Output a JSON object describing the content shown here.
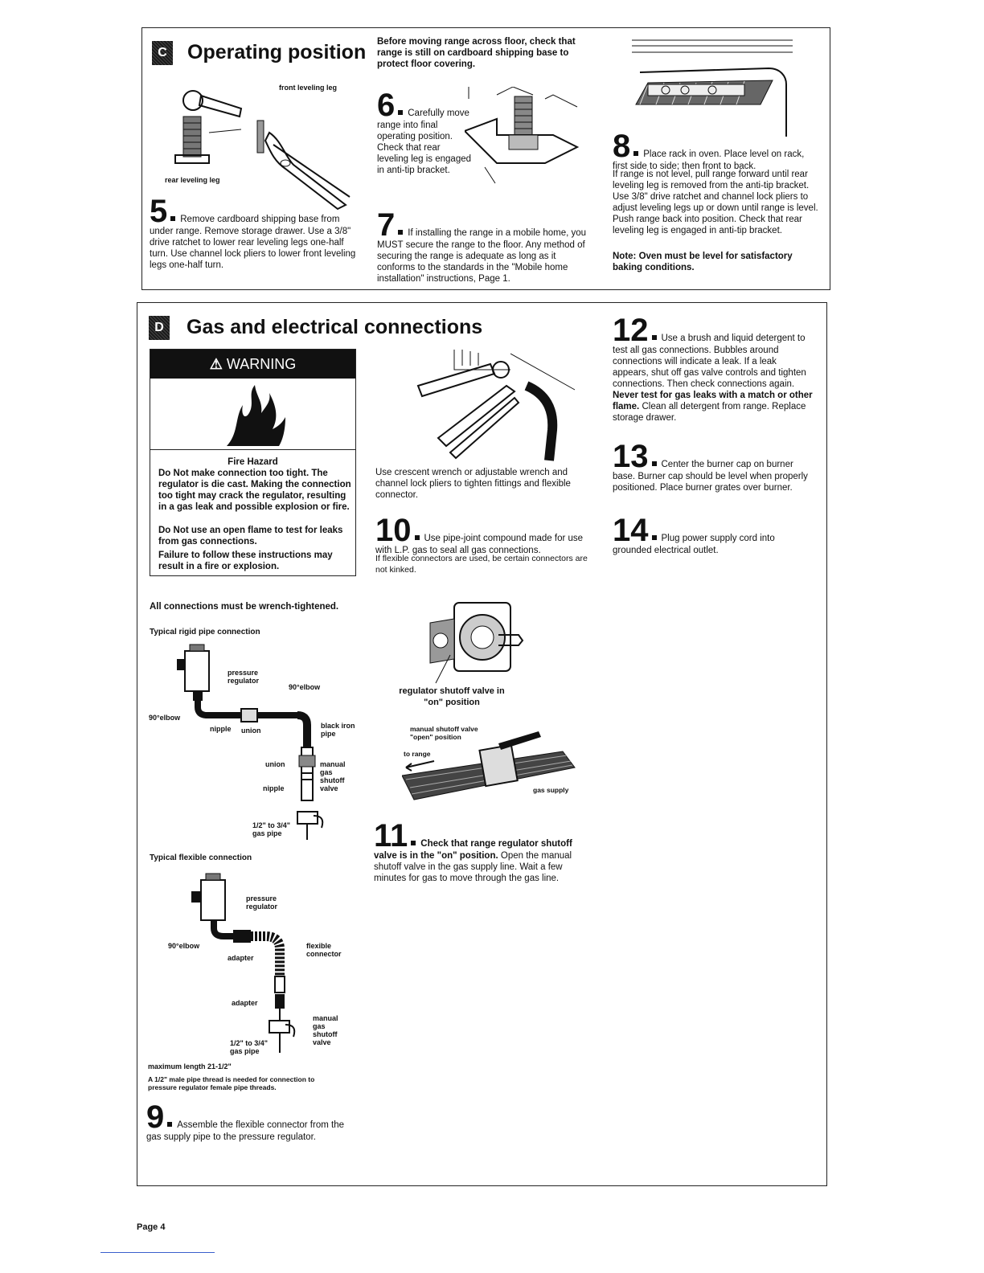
{
  "section_c": {
    "badge": "C",
    "title": "Operating position",
    "label_front_leg": "front leveling leg",
    "label_rear_leg": "rear leveling leg",
    "step5_num": "5",
    "step5_text": "Remove cardboard shipping base from under range. Remove storage drawer. Use a 3/8\" drive ratchet to lower rear leveling legs one-half turn. Use channel lock pliers to lower front leveling legs one-half turn.",
    "step6_intro": "Before moving range across floor, check that range is still on cardboard shipping base to protect floor covering.",
    "step6_num": "6",
    "step6_text": "Carefully move range into final operating position. Check that rear leveling leg is engaged in anti-tip bracket.",
    "step7_num": "7",
    "step7_text": "If installing the range in a mobile home, you MUST secure the range to the floor. Any method of securing the range is adequate as long as it conforms to the standards in the \"Mobile home installation\" instructions, Page 1.",
    "step8_num": "8",
    "step8_text": "Place rack in oven. Place level on rack, first side to side; then front to back.",
    "step8_text2": "If range is not level, pull range forward until rear leveling leg is removed from the anti-tip bracket. Use 3/8\" drive ratchet and channel lock pliers to adjust leveling legs up or down until range is level. Push range back into position. Check that rear leveling leg is engaged in anti-tip bracket.",
    "step8_note": "Note: Oven must be level for satisfactory baking conditions."
  },
  "section_d": {
    "badge": "D",
    "title": "Gas and electrical connections",
    "warning_title": "WARNING",
    "hazard_title": "Fire Hazard",
    "hazard_p1": "Do Not make connection too tight. The regulator is die cast. Making the connection too tight may crack the regulator, resulting in a gas leak and possible explosion or fire.",
    "hazard_p2": "Do Not use an open flame to test for leaks from gas connections.",
    "hazard_p3": "Failure to follow these instructions may result in a fire or explosion.",
    "all_wrench": "All connections must be wrench-tightened.",
    "rigid_title": "Typical rigid pipe connection",
    "rigid_labels": {
      "pressure_regulator": "pressure regulator",
      "elbow_top": "90°elbow",
      "elbow_left": "90°elbow",
      "nipple": "nipple",
      "union": "union",
      "black_iron_pipe": "black iron pipe",
      "union2": "union",
      "manual_valve": "manual gas shutoff valve",
      "nipple2": "nipple",
      "gas_pipe": "1/2\" to 3/4\" gas pipe"
    },
    "flex_title": "Typical flexible connection",
    "flex_labels": {
      "pressure_regulator": "pressure regulator",
      "elbow": "90°elbow",
      "adapter": "adapter",
      "flexible_connector": "flexible connector",
      "adapter2": "adapter",
      "manual_valve": "manual gas shutoff valve",
      "gas_pipe": "1/2\" to 3/4\" gas pipe"
    },
    "max_length": "maximum length 21-1/2\"",
    "male_thread": "A 1/2\" male pipe thread is needed for connection to pressure regulator female pipe threads.",
    "step9_num": "9",
    "step9_text": "Assemble the flexible connector from the gas supply pipe to the pressure regulator.",
    "wrench_caption": "Use crescent wrench or adjustable wrench and channel lock pliers to tighten fittings and flexible connector.",
    "step10_num": "10",
    "step10_text": "Use pipe-joint compound made for use with L.P. gas to seal all gas connections.",
    "step10_text2": "If flexible connectors are used, be certain connectors are not kinked.",
    "regulator_caption": "regulator shutoff valve in \"on\" position",
    "manual_shutoff_label": "manual shutoff valve \"open\" position",
    "to_range_label": "to range",
    "gas_supply_label": "gas supply",
    "step11_num": "11",
    "step11_bold": "Check that range regulator shutoff valve is in the \"on\" position.",
    "step11_text": "Open the manual shutoff valve in the gas supply line. Wait a few minutes for gas to move through the gas line.",
    "step12_num": "12",
    "step12_text": "Use a brush and liquid detergent to test all gas connections. Bubbles around connections will indicate a leak. If a leak appears, shut off gas valve controls and tighten connections. Then check connections again.",
    "step12_bold": "Never test for gas leaks with a match or other flame.",
    "step12_text2": "Clean all detergent from range. Replace storage drawer.",
    "step13_num": "13",
    "step13_text": "Center the burner cap on burner base. Burner cap should be level when properly positioned. Place burner grates over burner.",
    "step14_num": "14",
    "step14_text": "Plug power supply cord into grounded electrical outlet."
  },
  "footer": {
    "page": "Page 4"
  }
}
